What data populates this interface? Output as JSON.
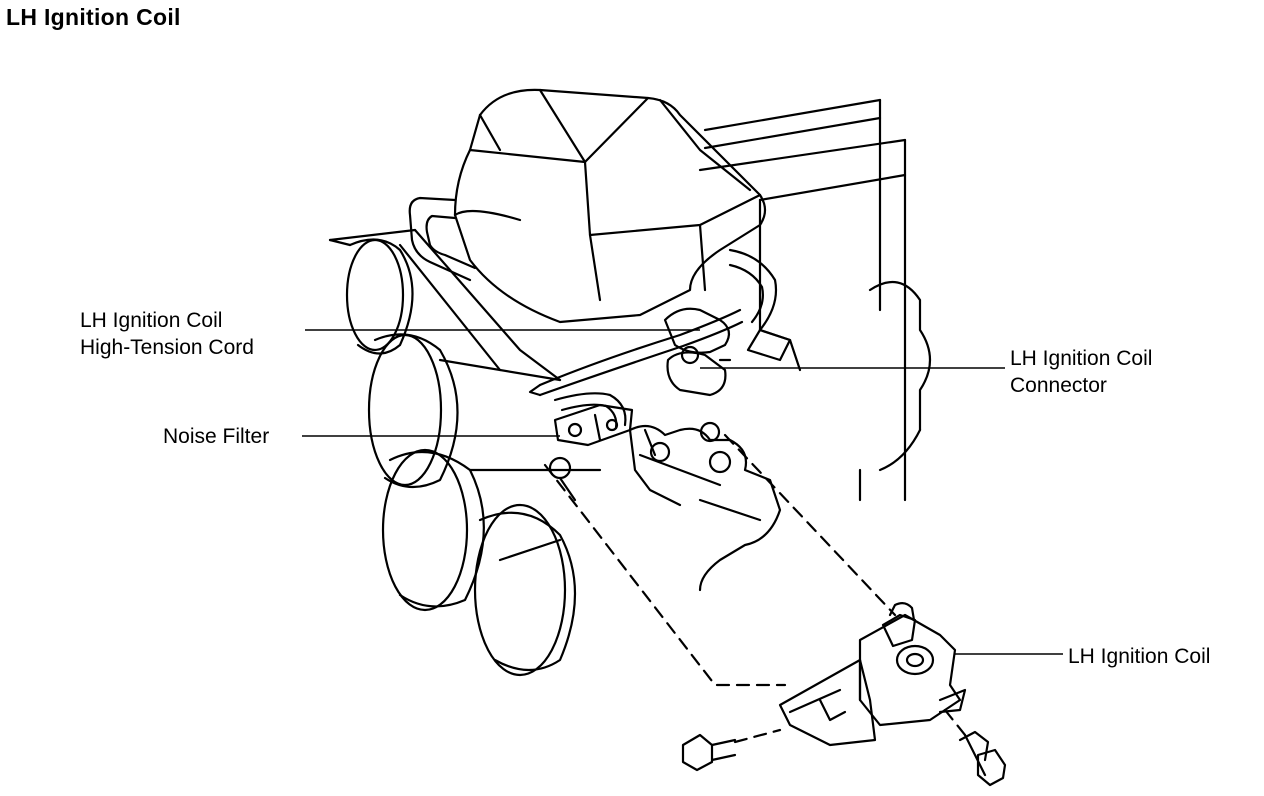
{
  "title": "LH Ignition Coil",
  "callouts": {
    "high_tension_cord": {
      "line1": "LH Ignition Coil",
      "line2": "High-Tension Cord"
    },
    "connector": {
      "line1": "LH Ignition Coil",
      "line2": "Connector"
    },
    "noise_filter": {
      "label": "Noise Filter"
    },
    "ignition_coil": {
      "label": "LH Ignition Coil"
    }
  },
  "colors": {
    "ink": "#000000",
    "background": "#ffffff"
  }
}
